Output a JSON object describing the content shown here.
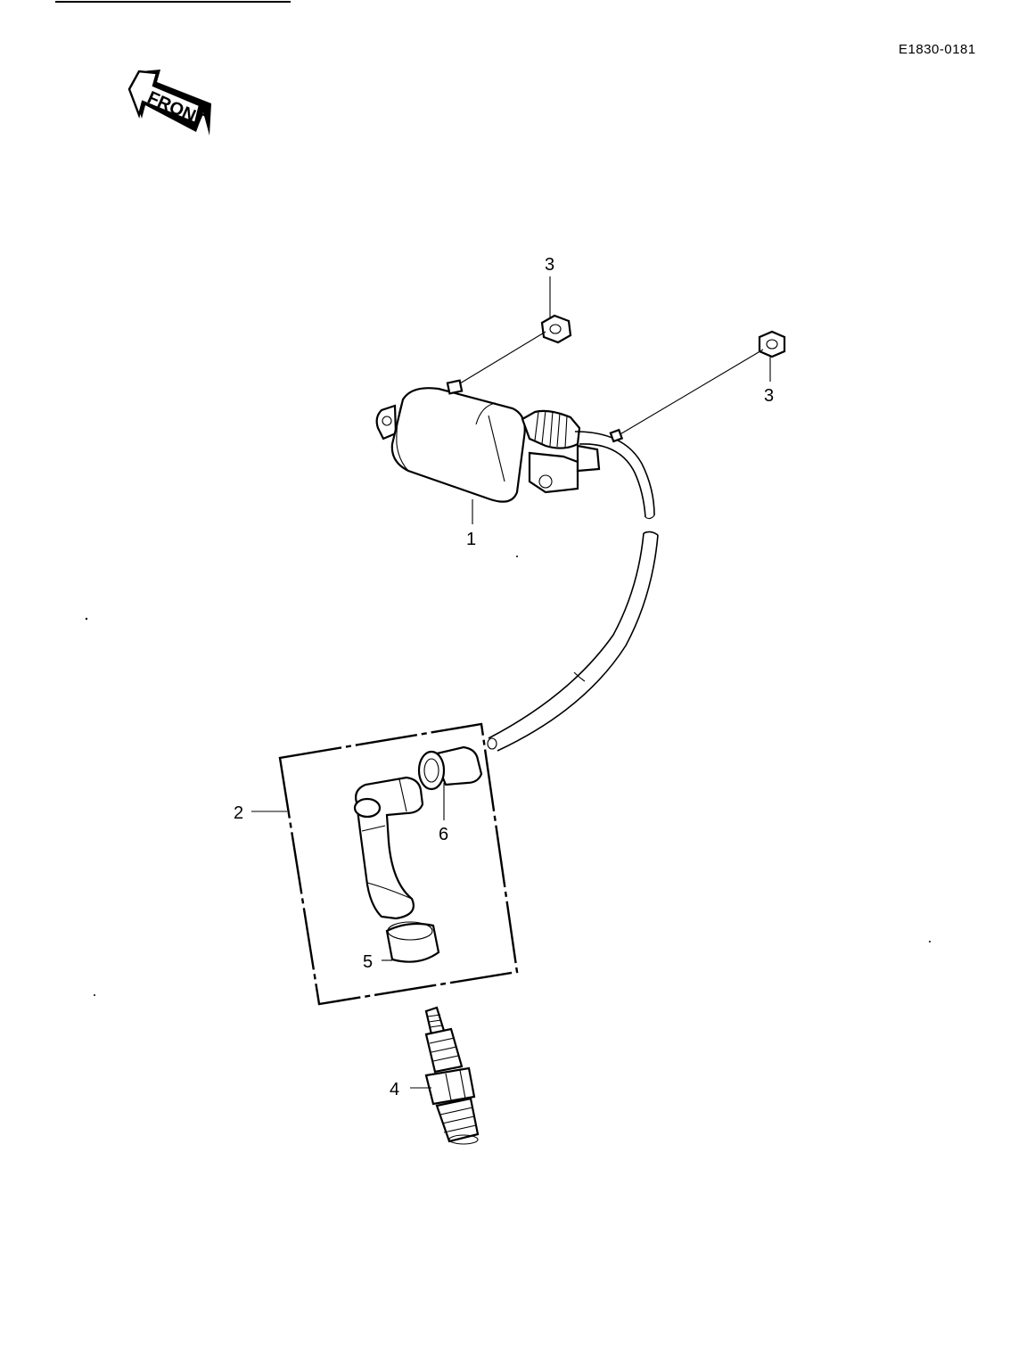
{
  "document_code": "E1830-0181",
  "front_arrow": {
    "label": "FRONT",
    "icon": "front-direction-arrow-icon"
  },
  "callouts": [
    {
      "id": "callout-1",
      "label": "1"
    },
    {
      "id": "callout-2",
      "label": "2"
    },
    {
      "id": "callout-3a",
      "label": "3"
    },
    {
      "id": "callout-3b",
      "label": "3"
    },
    {
      "id": "callout-4",
      "label": "4"
    },
    {
      "id": "callout-5",
      "label": "5"
    },
    {
      "id": "callout-6",
      "label": "6"
    }
  ]
}
